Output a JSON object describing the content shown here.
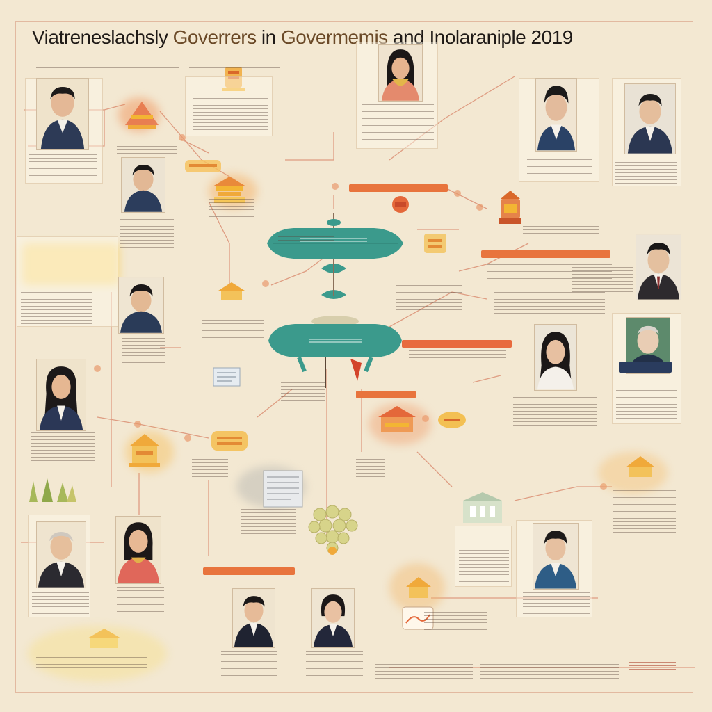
{
  "title": {
    "part1": "Viatreneslachsly",
    "part2": "Goverrers",
    "part3": "in",
    "part4": "Govermemis",
    "part5": "and",
    "part6": "Inolaraniple",
    "part7": "2019"
  },
  "colors": {
    "background": "#f3e8d2",
    "accent_orange": "#e8743d",
    "hub_teal": "#3b9a8c",
    "emblem_gold": "#f3b533",
    "emblem_red": "#e4683a"
  },
  "icons": [
    "person-portrait-icon",
    "pagoda-emblem-icon",
    "grape-cluster-icon",
    "tree-row-icon"
  ]
}
